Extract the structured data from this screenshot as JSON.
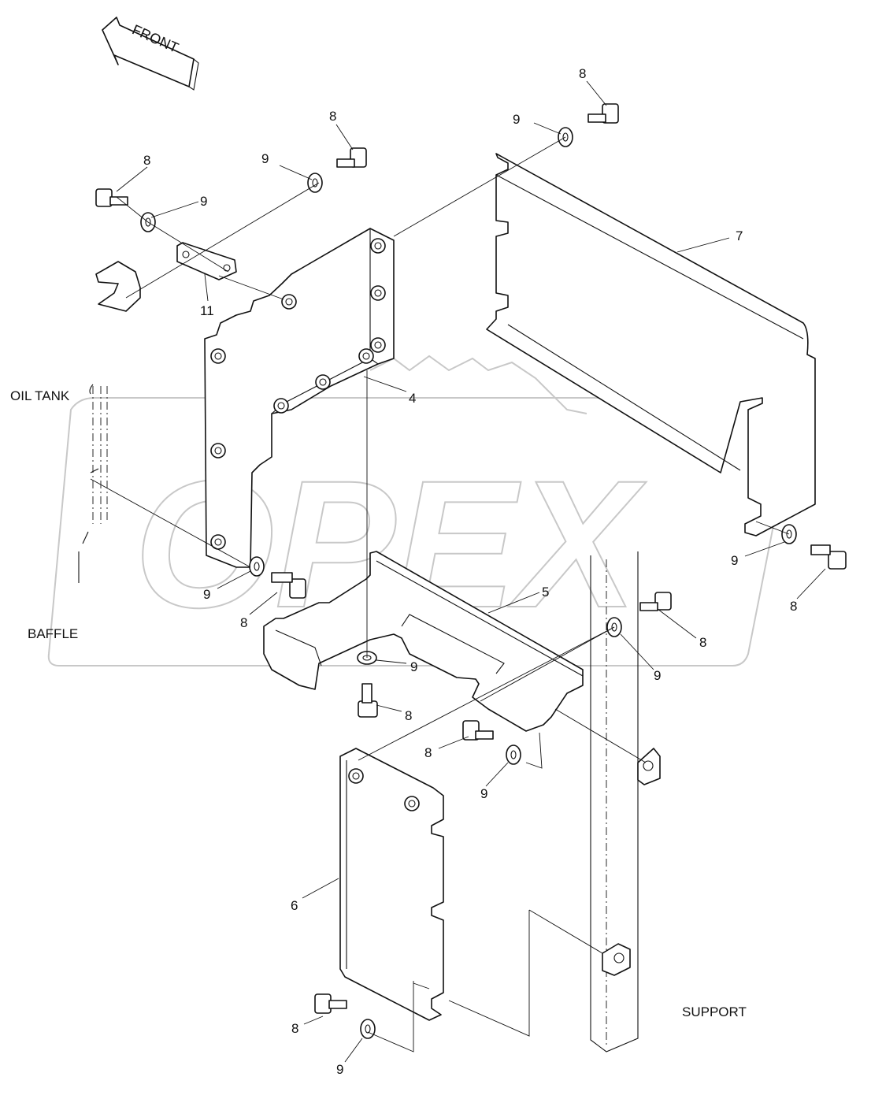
{
  "labels": {
    "front": "FRONT",
    "oil_tank": "OIL TANK",
    "baffle": "BAFFLE",
    "support": "SUPPORT",
    "watermark": "OPEX"
  },
  "callouts": {
    "c4": "4",
    "c5": "5",
    "c6": "6",
    "c7": "7",
    "c11": "11",
    "c8": "8",
    "c9": "9"
  },
  "colors": {
    "line": "#111111",
    "watermark": "#c8c8c8",
    "background": "#ffffff"
  }
}
